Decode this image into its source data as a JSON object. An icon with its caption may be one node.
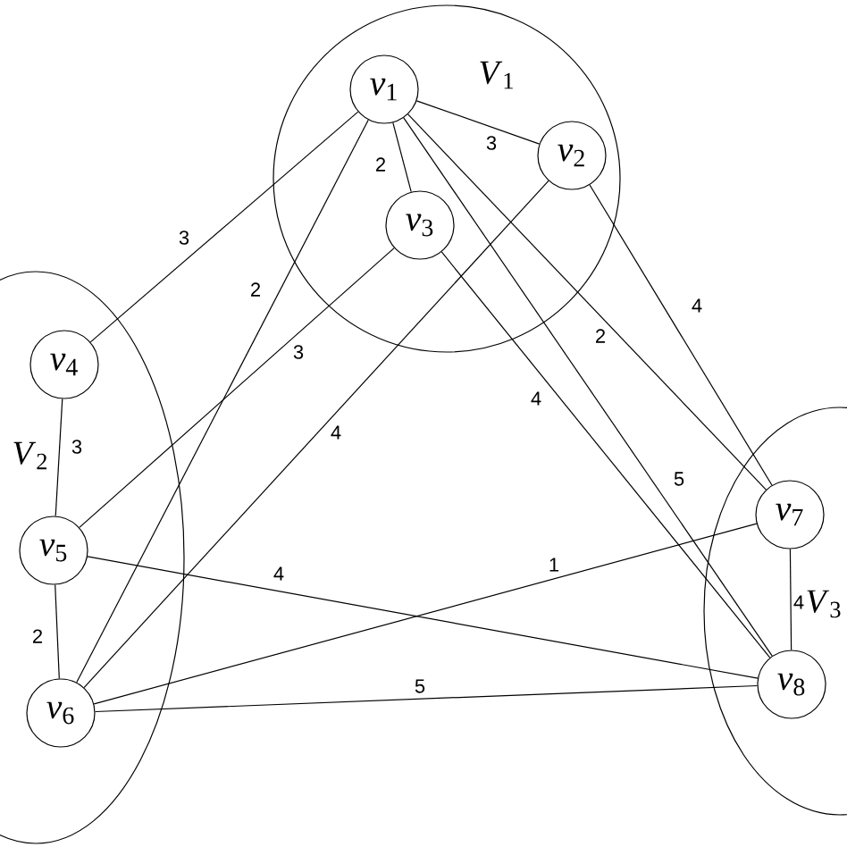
{
  "diagram": {
    "nodes": [
      {
        "text": [
          "*V*$_{1}$"
        ]
      },
      {
        "text": [
          "*v*$_{1}$"
        ],
        "in": 0
      },
      {
        "text": [
          "*v*$_{2}$"
        ],
        "in": 0
      },
      {
        "text": [
          "*v*$_{3}$"
        ],
        "in": 0
      },
      {
        "text": [
          "*V*$_{2}$"
        ]
      },
      {
        "text": [
          "*v*$_{4}$"
        ],
        "in": 4
      },
      {
        "text": [
          "*v*$_{5}$"
        ],
        "in": 4
      },
      {
        "text": [
          "*v*$_{6}$"
        ],
        "in": 4
      },
      {
        "text": [
          "*V*$_{3}$"
        ]
      },
      {
        "text": [
          "*v*$_{7}$"
        ],
        "in": 8
      },
      {
        "text": [
          "*v*$_{8}$"
        ],
        "in": 8
      }
    ],
    "edges": [
      {
        "from": 1,
        "to": 5,
        "arrow": "none",
        "label": "3"
      },
      {
        "from": 1,
        "to": 7,
        "arrow": "none",
        "label": "2"
      },
      {
        "from": 1,
        "to": 3,
        "arrow": "none",
        "label": "2"
      },
      {
        "from": 1,
        "to": 2,
        "arrow": "none",
        "label": "3"
      },
      {
        "from": 1,
        "to": 9,
        "arrow": "none",
        "label": "2"
      },
      {
        "from": 1,
        "to": 10,
        "arrow": "none",
        "label": "5"
      },
      {
        "from": 3,
        "to": 10,
        "arrow": "none",
        "label": "4"
      },
      {
        "from": 2,
        "to": 9,
        "arrow": "none",
        "label": "4"
      },
      {
        "from": 3,
        "to": 6,
        "arrow": "none",
        "label": "3"
      },
      {
        "from": 2,
        "to": 7,
        "arrow": "none",
        "label": "4"
      },
      {
        "from": 5,
        "to": 6,
        "arrow": "none",
        "label": "3"
      },
      {
        "from": 6,
        "to": 7,
        "arrow": "none",
        "label": "2"
      },
      {
        "from": 6,
        "to": 10,
        "arrow": "none",
        "label": "4"
      },
      {
        "from": 7,
        "to": 9,
        "arrow": "none",
        "label": "1"
      },
      {
        "from": 7,
        "to": 10,
        "arrow": "none",
        "label": "5"
      },
      {
        "from": 9,
        "to": 10,
        "arrow": "none",
        "label": "4"
      }
    ]
  }
}
